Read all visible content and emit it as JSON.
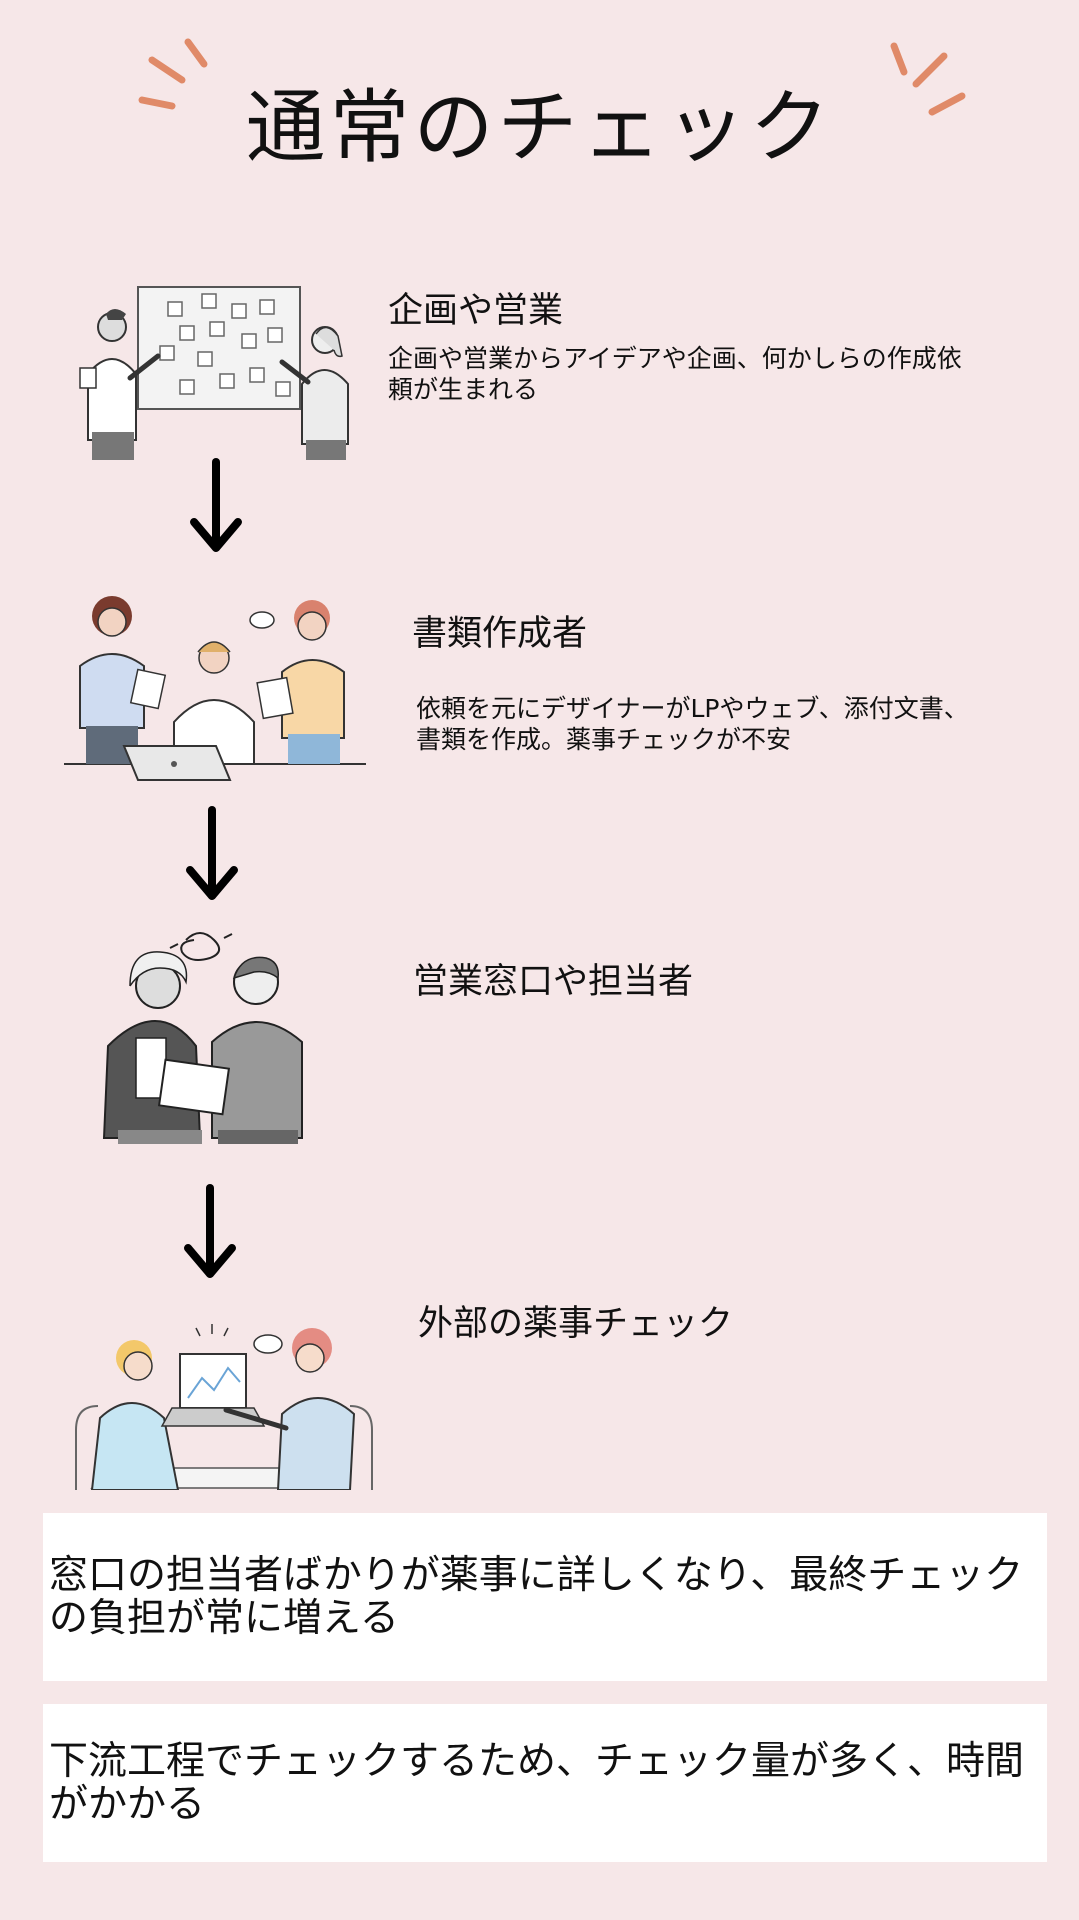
{
  "title": "通常のチェック",
  "steps": [
    {
      "title": "企画や営業",
      "description": "企画や営業からアイデアや企画、何かしらの作成依頼が生まれる"
    },
    {
      "title": "書類作成者",
      "description": "依頼を元にデザイナーがLPやウェブ、添付文書、書類を作成。薬事チェックが不安"
    },
    {
      "title": "営業窓口や担当者"
    },
    {
      "title": "外部の薬事チェック"
    }
  ],
  "notes": [
    "窓口の担当者ばかりが薬事に詳しくなり、最終チェックの負担が常に増える",
    "下流工程でチェックするため、チェック量が多く、時間がかかる"
  ],
  "icons": {
    "spark": "sparkle-lines-icon",
    "arrow": "arrow-down-icon"
  },
  "colors": {
    "background": "#f6e7e8",
    "accent": "#e08a68",
    "note_background": "#ffffff"
  }
}
